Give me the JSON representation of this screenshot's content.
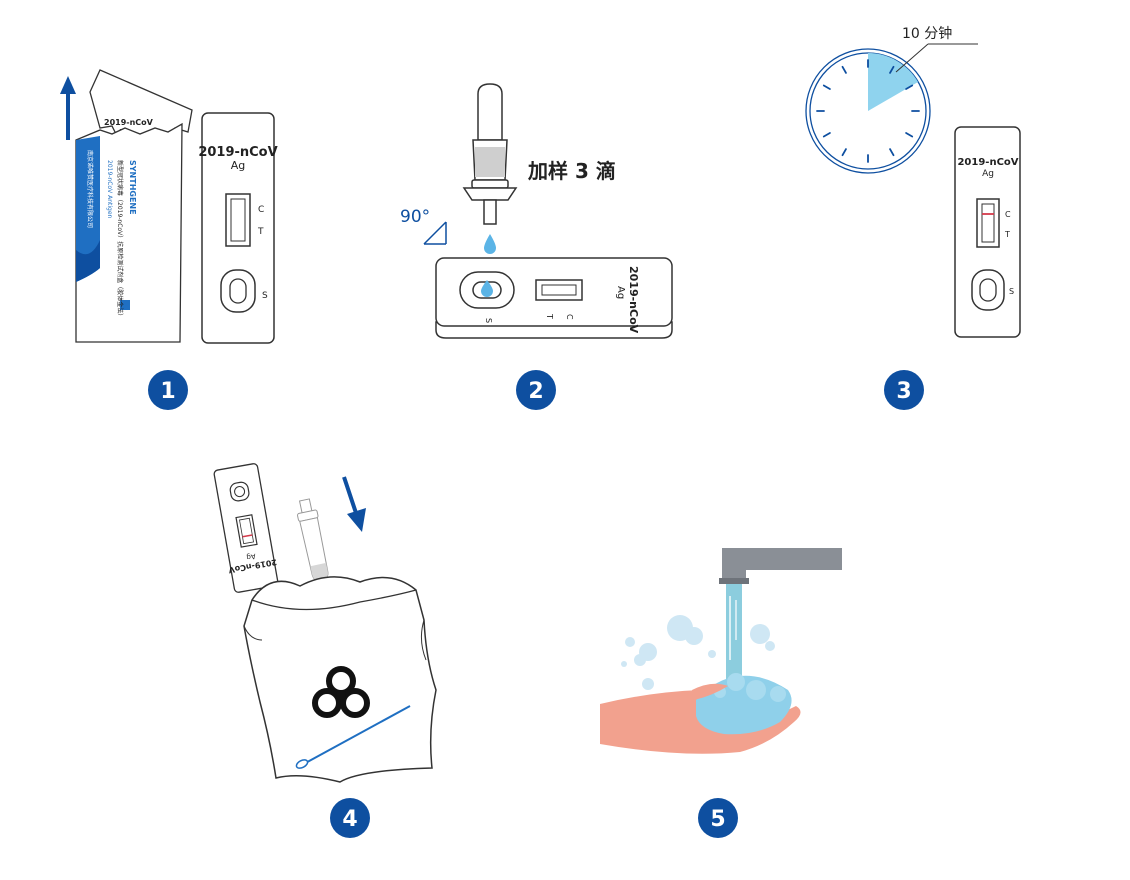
{
  "colors": {
    "accent": "#0E4FA0",
    "drop": "#5BB4E6",
    "timer_fill": "#8FD3EE",
    "hand": "#F2A18E",
    "water": "#7FC8DA",
    "faucet": "#8A8F96",
    "line": "#333333",
    "kit_blue": "#1F6FC2",
    "test_line": "#D33A4B"
  },
  "cassette": {
    "title": "2019-nCoV",
    "subtitle": "Ag",
    "label_c": "C",
    "label_t": "T",
    "label_s": "S"
  },
  "box": {
    "brand": "SYNTHGENE",
    "product_cn": "新型冠状病毒（2019-nCoV）抗原检测试剂盒（胶体金法）",
    "product_en": "2019-nCoV Antigen",
    "company_cn": "南京诺唯赞医疗科技有限公司"
  },
  "icons": [
    "arrow-up-icon",
    "dropper-icon",
    "drop-icon",
    "right-angle-icon",
    "clock-icon",
    "arrow-down-icon",
    "biohazard-icon",
    "swab-icon",
    "faucet-icon",
    "hands-icon"
  ],
  "steps": [
    {
      "number": "1"
    },
    {
      "number": "2",
      "instruction": "加样 3 滴",
      "angle": "90°"
    },
    {
      "number": "3",
      "timer_label": "10 分钟"
    },
    {
      "number": "4"
    },
    {
      "number": "5"
    }
  ]
}
